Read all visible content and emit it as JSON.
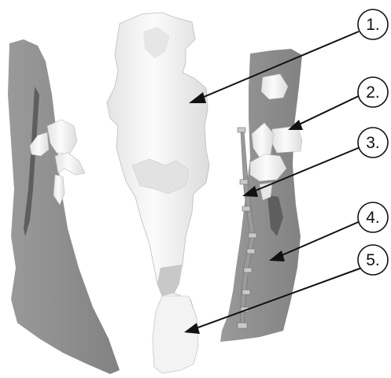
{
  "colors": {
    "background": "#ffffff",
    "gray_structure": "#8f8f8f",
    "gray_dark": "#5e5e5e",
    "white_structure": "#f5f5f5",
    "white_shade": "#d9d9d9",
    "callout": "#111111",
    "implant": "#9a9a9a"
  },
  "callouts": [
    {
      "label": "1."
    },
    {
      "label": "2."
    },
    {
      "label": "3."
    },
    {
      "label": "4."
    },
    {
      "label": "5."
    }
  ]
}
